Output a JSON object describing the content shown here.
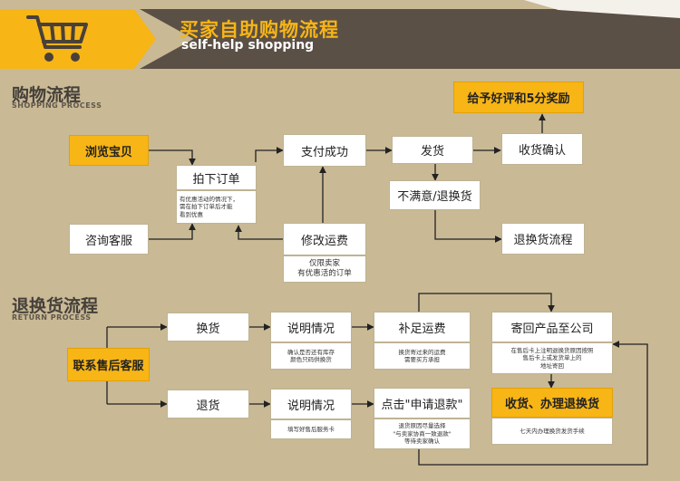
{
  "header": {
    "title": "买家自助购物流程",
    "subtitle": "self-help shopping",
    "icon": "shopping-cart-icon",
    "colors": {
      "accent": "#f7b516",
      "dark": "#5b5046",
      "background": "#c9b995"
    }
  },
  "shopping": {
    "title": "购物流程",
    "subtitle": "SHOPPING PROCESS",
    "browse": "浏览宝贝",
    "place_order": "拍下订单",
    "place_order_note": "有优惠活动的情况下，\n需在拍下订单后才能\n看到优惠",
    "consult": "咨询客服",
    "pay": "支付成功",
    "modify_shipping": "修改运费",
    "modify_note": "仅限卖家\n有优惠活的订单",
    "ship": "发货",
    "unsatisfied": "不满意/退换货",
    "confirm": "收货确认",
    "review": "给予好评和5分奖励",
    "return_flow": "退换货流程"
  },
  "returns": {
    "title": "退换货流程",
    "subtitle": "RETURN PROCESS",
    "contact": "联系售后客服",
    "exchange": "换货",
    "refund": "退货",
    "explain_1": "说明情况",
    "explain_1_note": "确认是否还有库存\n颜色只码供换货",
    "explain_2": "说明情况",
    "explain_2_note": "填写好售后服务卡",
    "pay_shipping": "补足运费",
    "pay_shipping_note": "换货寄过来的运费\n需要买方承担",
    "apply_refund": "点击\"申请退款\"",
    "apply_refund_note": "退货原因尽量选择\n\"与卖家协商一致退款\"\n等待卖家确认",
    "send_back": "寄回产品至公司",
    "send_back_note": "在售后卡上注明退换货原因按照\n售后卡上或发货单上的\n地址寄回",
    "receive": "收货、办理退换货",
    "receive_note": "七天内办理换货发货手续"
  }
}
